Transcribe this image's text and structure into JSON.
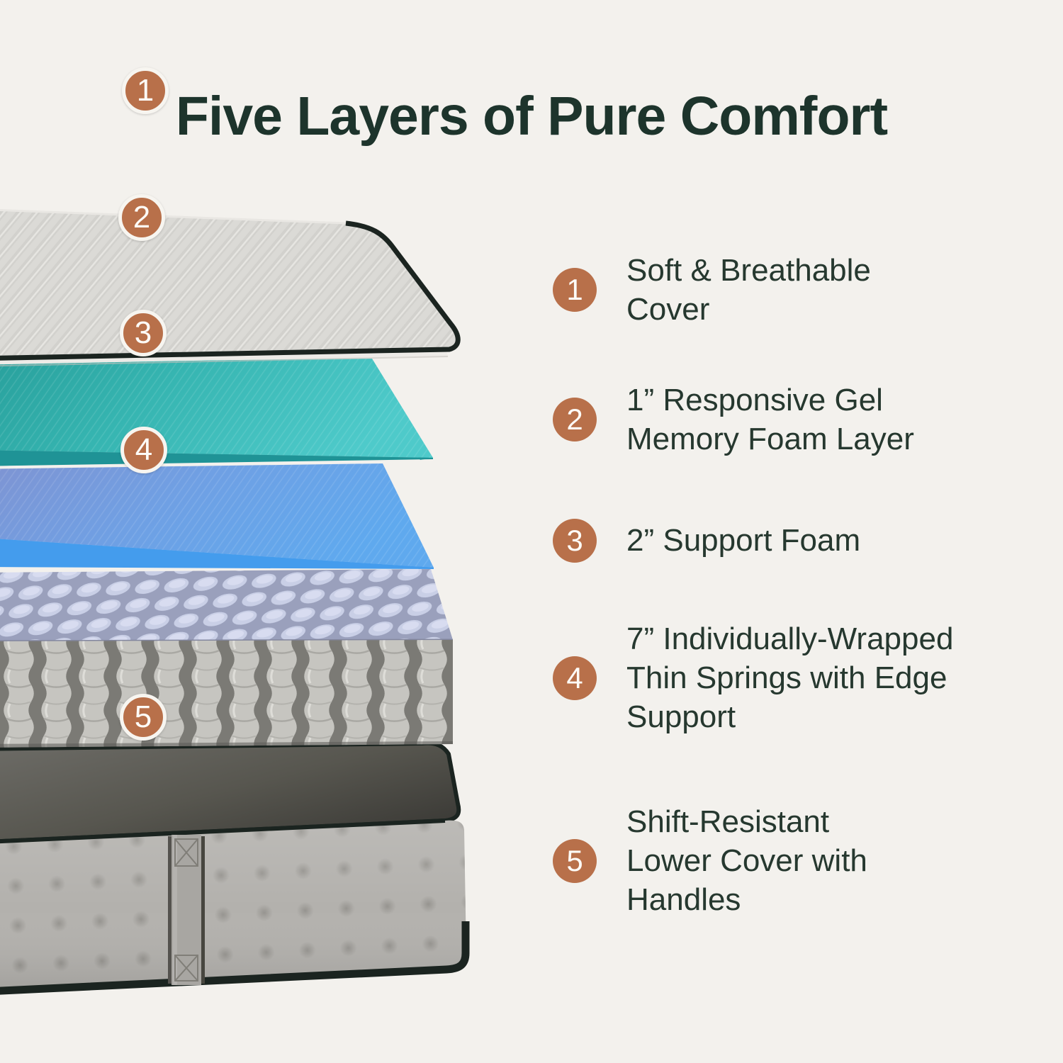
{
  "title": "Five Layers of Pure Comfort",
  "legend": {
    "items": [
      {
        "number": "1",
        "label": "Soft & Breathable Cover"
      },
      {
        "number": "2",
        "label": "1” Responsive Gel Memory Foam Layer"
      },
      {
        "number": "3",
        "label": "2” Support Foam"
      },
      {
        "number": "4",
        "label": "7” Individually-Wrapped Thin Springs with Edge Support"
      },
      {
        "number": "5",
        "label": "Shift-Resistant Lower Cover with Handles"
      }
    ]
  },
  "diagram": {
    "markers": [
      "1",
      "2",
      "3",
      "4",
      "5"
    ],
    "layers": [
      {
        "marker": "1",
        "color": "#d9d8d4"
      },
      {
        "marker": "2",
        "color": "#36b5b1"
      },
      {
        "marker": "3",
        "color": "#5fa9ee"
      },
      {
        "marker": "4",
        "color": "#c9cfe6"
      },
      {
        "marker": "5",
        "color": "#b3b1ad"
      }
    ]
  },
  "colors": {
    "background": "#f3f1ed",
    "title": "#1d342c",
    "text": "#26382f",
    "accent": "#b8704a",
    "badge_ring": "#f7f5f0",
    "piping": "#1b2420",
    "cover": "#d9d8d4",
    "gel_teal": "#36b5b1",
    "foam_blue": "#5fa9ee",
    "spring_lavender": "#c9cfe6",
    "spring_gray": "#c6c5c0",
    "base_gray": "#b3b1ad",
    "base_top": "#4a4944"
  }
}
